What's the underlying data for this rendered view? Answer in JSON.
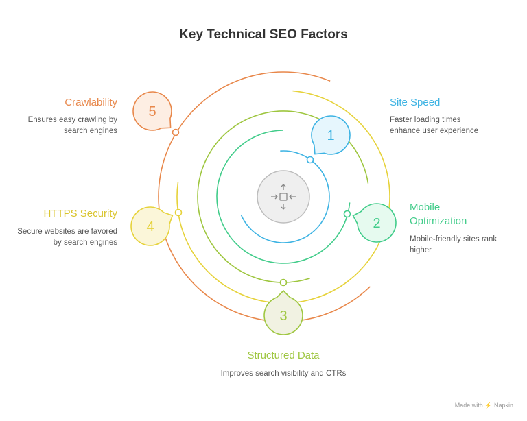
{
  "title": "Key Technical SEO Factors",
  "colors": {
    "blue": "#3db3e3",
    "teal": "#41cc8a",
    "lime": "#9ec63f",
    "yellow": "#e6d23a",
    "orange": "#e8874a",
    "center": "#9a9a9a"
  },
  "factors": [
    {
      "number": "1",
      "label": "Site Speed",
      "description": "Faster loading times enhance user experience"
    },
    {
      "number": "2",
      "label": "Mobile Optimization",
      "description": "Mobile-friendly sites rank higher"
    },
    {
      "number": "3",
      "label": "Structured Data",
      "description": "Improves search visibility and CTRs"
    },
    {
      "number": "4",
      "label": "HTTPS Security",
      "description": "Secure websites are favored by search engines"
    },
    {
      "number": "5",
      "label": "Crawlability",
      "description": "Ensures easy crawling by search engines"
    }
  ],
  "center_icon": "focus-arrows-icon",
  "footer": "Made with ⚡ Napkin"
}
